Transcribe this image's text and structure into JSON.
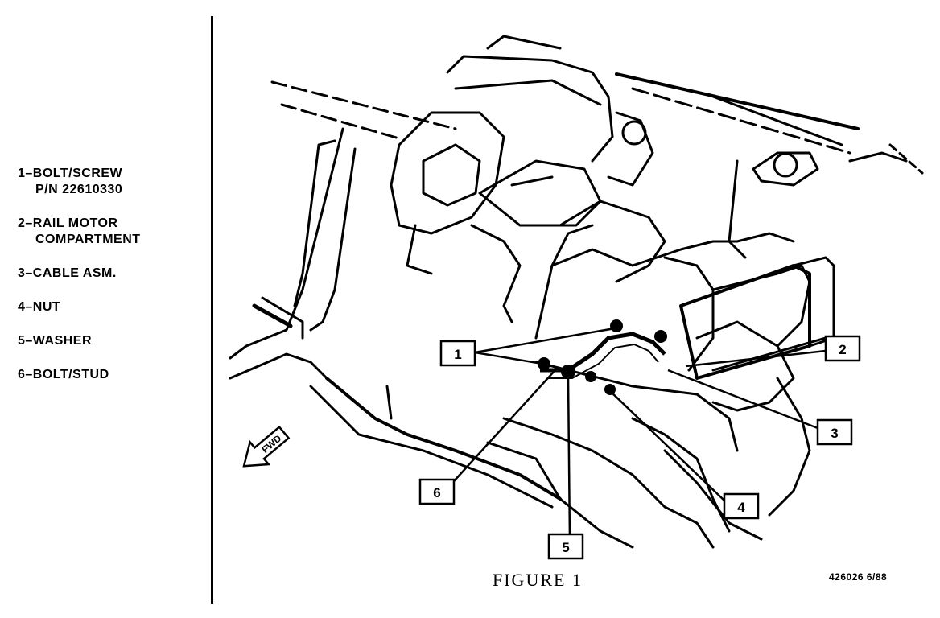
{
  "legend": [
    {
      "line1": "1–BOLT/SCREW",
      "line2": "P/N 22610330"
    },
    {
      "line1": "2–RAIL MOTOR",
      "line2": "COMPARTMENT"
    },
    {
      "line1": "3–CABLE ASM.",
      "line2": ""
    },
    {
      "line1": "4–NUT",
      "line2": ""
    },
    {
      "line1": "5–WASHER",
      "line2": ""
    },
    {
      "line1": "6–BOLT/STUD",
      "line2": ""
    }
  ],
  "callouts": [
    "1",
    "2",
    "3",
    "4",
    "5",
    "6"
  ],
  "fwd_label": "FWD",
  "caption": "FIGURE 1",
  "code": "426026 6/88"
}
